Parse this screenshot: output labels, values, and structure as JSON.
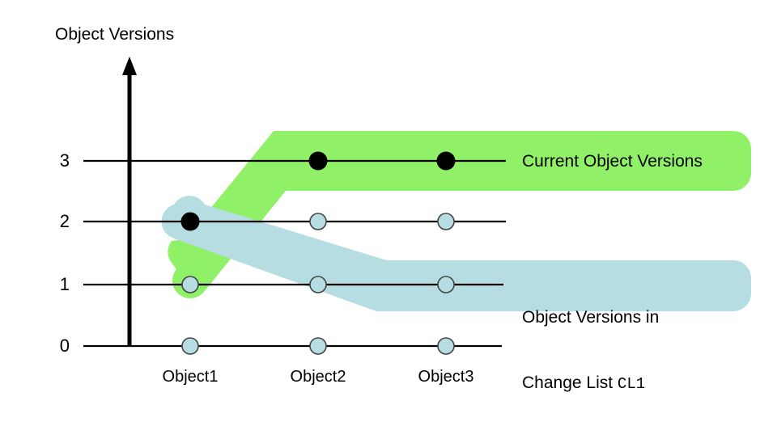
{
  "diagram": {
    "axis_title": "Object Versions",
    "y_axis": {
      "ticks": [
        "3",
        "2",
        "1",
        "0"
      ],
      "values": [
        3,
        2,
        1,
        0
      ]
    },
    "x_axis": {
      "ticks": [
        "Object1",
        "Object2",
        "Object3"
      ]
    },
    "legend": {
      "current": {
        "text": "Current Object Versions",
        "color": "#90F068"
      },
      "changelist": {
        "line1": "Object Versions in",
        "line2_prefix": "Change List ",
        "line2_mono": "CL1",
        "color": "#B6DDE2"
      }
    },
    "colors": {
      "green_band": "#90F068",
      "blue_band": "#B6DDE2",
      "filled_dot": "#000000",
      "open_dot_fill": "#B6DDE2",
      "open_dot_stroke": "#444444",
      "axis": "#000000",
      "background": "#FFFFFF"
    }
  },
  "chart_data": {
    "type": "line",
    "title": "Object Versions",
    "xlabel": "",
    "ylabel": "Object Versions",
    "categories": [
      "Object1",
      "Object2",
      "Object3"
    ],
    "ylim": [
      0,
      3.6
    ],
    "yticks": [
      0,
      1,
      2,
      3
    ],
    "grid": false,
    "legend_position": "right",
    "series": [
      {
        "name": "Current Object Versions",
        "marker": "filled-dot",
        "color": "#90F068",
        "values": [
          2,
          3,
          3
        ],
        "points": [
          {
            "x": "Object1",
            "y": 2,
            "marker": "filled"
          },
          {
            "x": "Object2",
            "y": 3,
            "marker": "filled"
          },
          {
            "x": "Object3",
            "y": 3,
            "marker": "filled"
          }
        ]
      },
      {
        "name": "Object Versions in Change List CL1",
        "marker": "open-dot",
        "color": "#B6DDE2",
        "values": [
          2,
          1,
          1
        ],
        "points": [
          {
            "x": "Object1",
            "y": 2,
            "marker": "filled"
          },
          {
            "x": "Object2",
            "y": 1,
            "marker": "open"
          },
          {
            "x": "Object3",
            "y": 1,
            "marker": "open"
          }
        ]
      }
    ],
    "all_markers": [
      {
        "x": "Object1",
        "y": 0,
        "marker": "open"
      },
      {
        "x": "Object1",
        "y": 1,
        "marker": "open"
      },
      {
        "x": "Object1",
        "y": 2,
        "marker": "filled"
      },
      {
        "x": "Object2",
        "y": 0,
        "marker": "open"
      },
      {
        "x": "Object2",
        "y": 1,
        "marker": "open"
      },
      {
        "x": "Object2",
        "y": 2,
        "marker": "open"
      },
      {
        "x": "Object2",
        "y": 3,
        "marker": "filled"
      },
      {
        "x": "Object3",
        "y": 0,
        "marker": "open"
      },
      {
        "x": "Object3",
        "y": 1,
        "marker": "open"
      },
      {
        "x": "Object3",
        "y": 2,
        "marker": "open"
      },
      {
        "x": "Object3",
        "y": 3,
        "marker": "filled"
      }
    ],
    "annotations": [
      "Current Object Versions",
      "Object Versions in Change List CL1"
    ]
  }
}
